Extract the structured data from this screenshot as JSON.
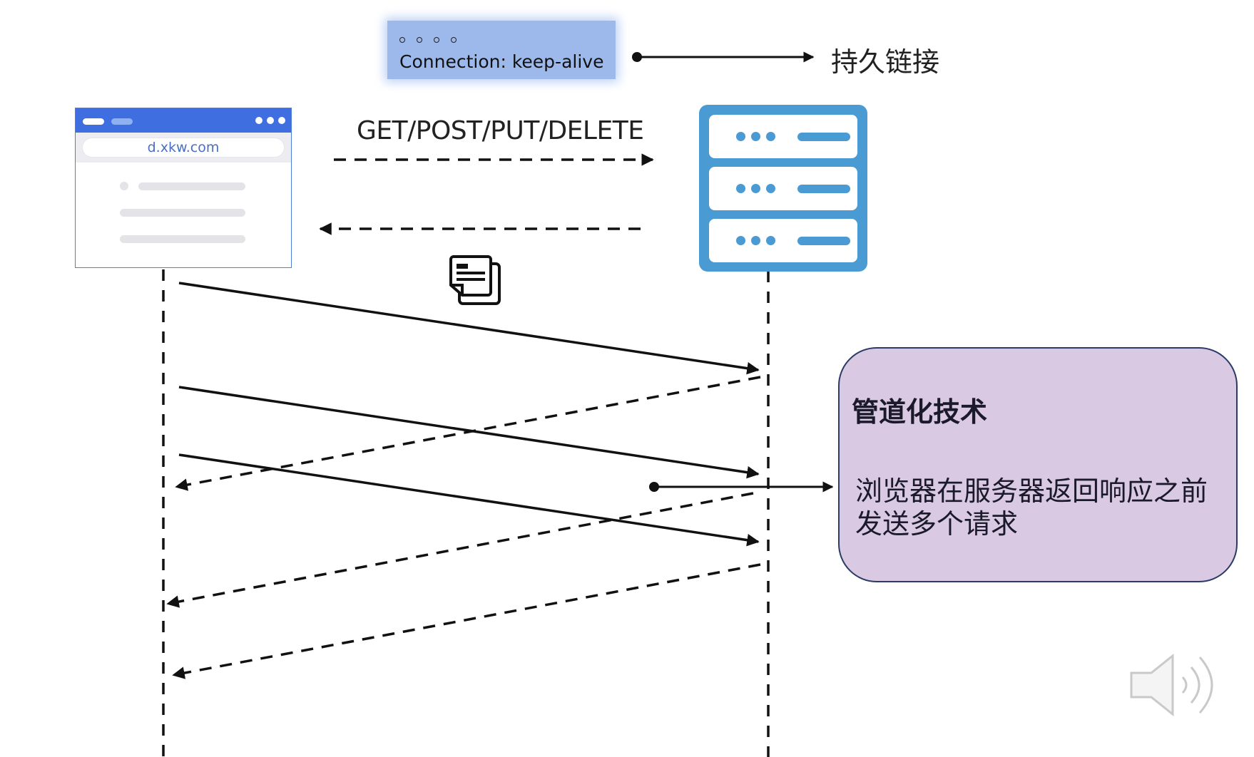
{
  "header": {
    "dots": [
      "○",
      "○",
      "○",
      "○"
    ],
    "connection_text": "Connection: keep-alive",
    "persist_label": "持久链接"
  },
  "browser": {
    "url": "d.xkw.com"
  },
  "request_label": "GET/POST/PUT/DELETE",
  "pipeline": {
    "title": "管道化技术",
    "description": "浏览器在服务器返回响应之前发送多个请求"
  },
  "icons": {
    "browser": "browser-window-icon",
    "server": "server-icon",
    "document": "document-copy-icon",
    "speaker": "speaker-icon"
  },
  "colors": {
    "browser_accent": "#3e6ee0",
    "server_accent": "#4a9ad4",
    "header_box": "#9db9ec",
    "pipeline_box": "#d9c9e3"
  }
}
